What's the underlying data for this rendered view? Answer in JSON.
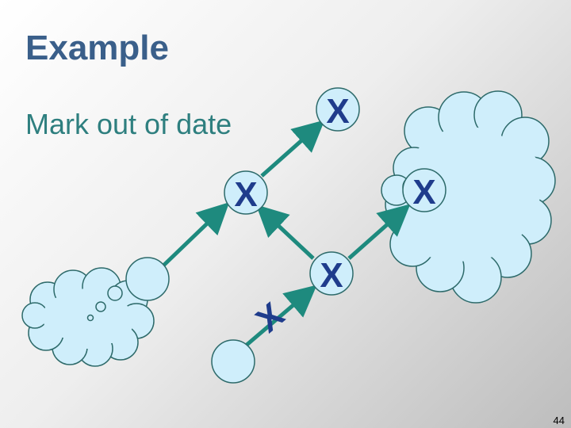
{
  "slide": {
    "title": "Example",
    "body": "Mark out of date",
    "page_number": "44"
  },
  "diagram": {
    "mark_symbol": "X",
    "colors": {
      "node_fill": "#cfeefb",
      "node_stroke": "#2d6a6a",
      "arrow": "#1e8a7e",
      "mark": "#1f3c8c"
    }
  }
}
